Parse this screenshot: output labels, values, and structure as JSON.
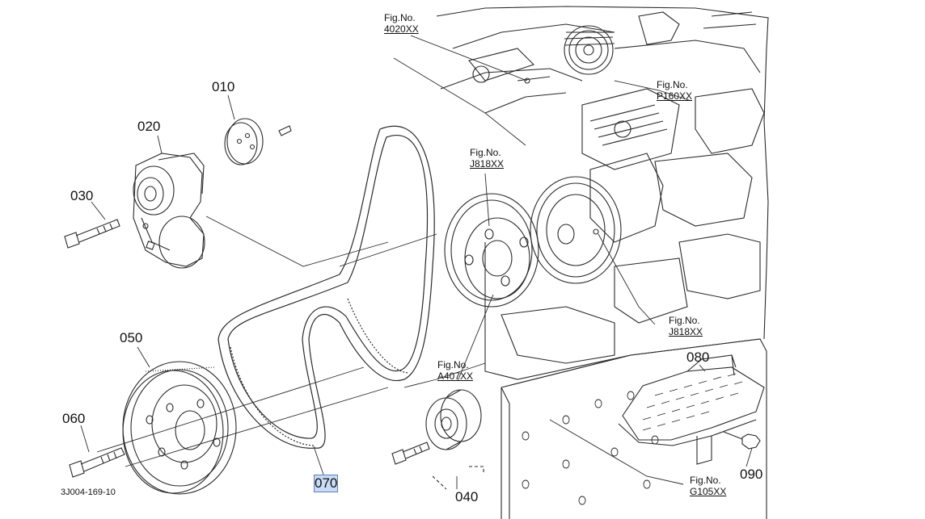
{
  "colors": {
    "line": "#2a2a2a",
    "highlight": "#c9dcf7"
  },
  "parts": [
    {
      "id": "p010",
      "label": "010"
    },
    {
      "id": "p020",
      "label": "020"
    },
    {
      "id": "p030",
      "label": "030"
    },
    {
      "id": "p040",
      "label": "040"
    },
    {
      "id": "p050",
      "label": "050"
    },
    {
      "id": "p060",
      "label": "060"
    },
    {
      "id": "p070",
      "label": "070",
      "selected": true
    },
    {
      "id": "p080",
      "label": "080"
    },
    {
      "id": "p090",
      "label": "090"
    }
  ],
  "fig_refs": [
    {
      "prefix": "Fig.No.",
      "code": "4020XX"
    },
    {
      "prefix": "Fig.No.",
      "code": "P160XX"
    },
    {
      "prefix": "Fig.No.",
      "code": "J818XX"
    },
    {
      "prefix": "Fig.No.",
      "code": "J818XX"
    },
    {
      "prefix": "Fig.No.",
      "code": "A407XX"
    },
    {
      "prefix": "Fig.No.",
      "code": "G105XX"
    }
  ],
  "caption": "3J004-169-10"
}
